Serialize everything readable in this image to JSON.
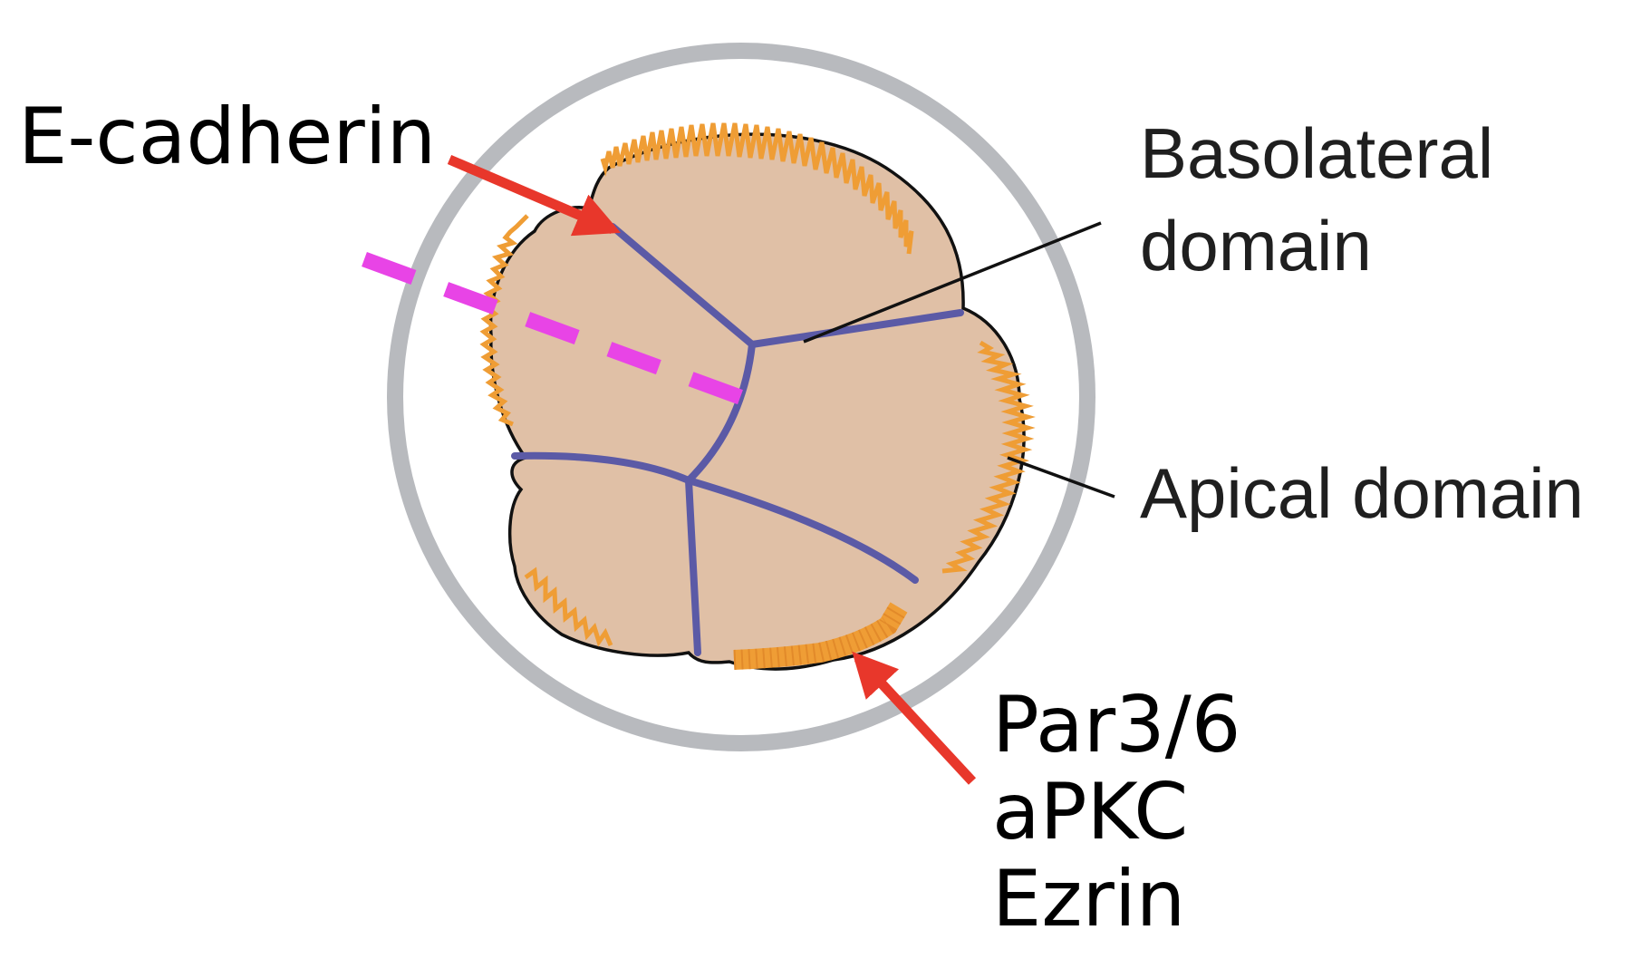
{
  "labels": {
    "e_cadherin": "E-cadherin",
    "basolateral_line1": "Basolateral",
    "basolateral_line2": "domain",
    "apical": "Apical domain",
    "proteins": [
      "Par3/6",
      "aPKC",
      "Ezrin"
    ]
  },
  "colors": {
    "cell_fill": "#e0c0a6",
    "cell_outline": "#111111",
    "junction": "#5b5aa6",
    "apical_microvilli": "#ef9d35",
    "outer_ring": "#b8babe",
    "arrow": "#e8372b",
    "division_plane": "#e844e6"
  },
  "icons": {
    "arrows": "red-arrow",
    "division_plane": "magenta-dashed-line"
  }
}
